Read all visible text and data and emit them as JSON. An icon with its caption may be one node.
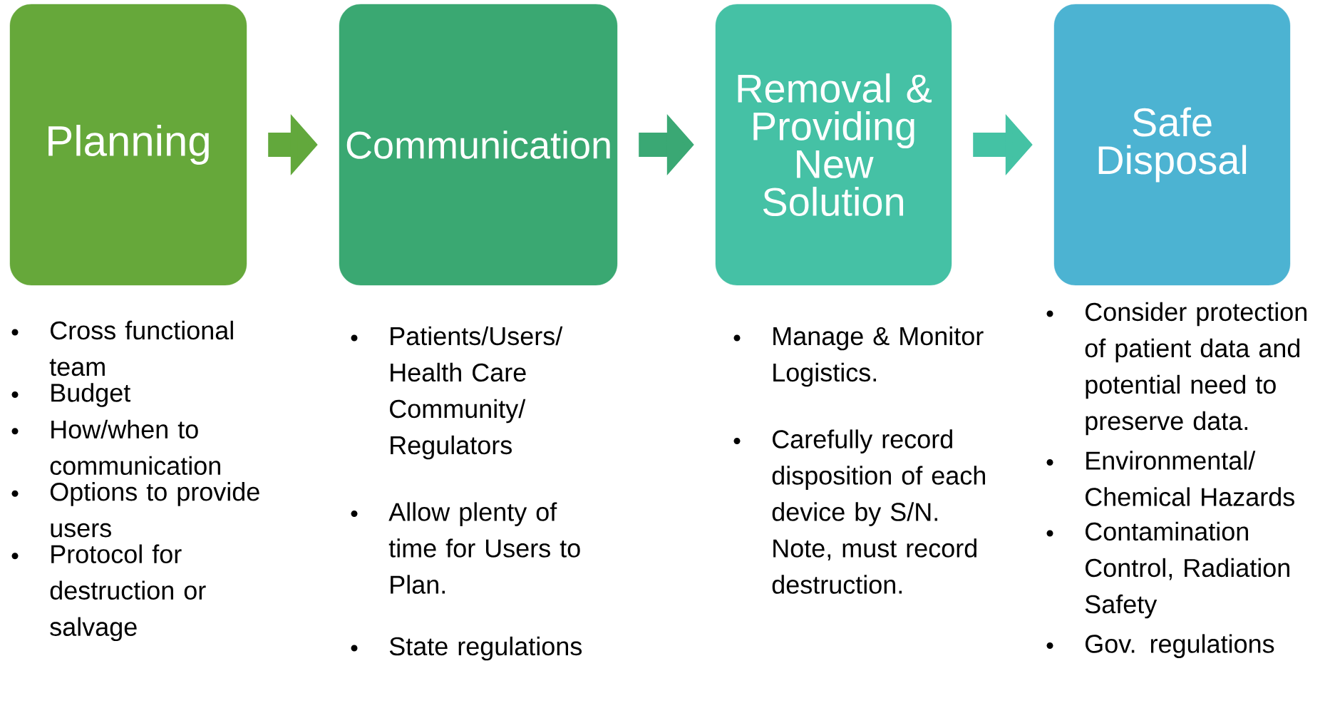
{
  "diagram": {
    "nodes": [
      {
        "text": [
          "Planning"
        ],
        "beside": [
          "Cross functional team",
          "Budget",
          "How/when to communication",
          "Options to provide users",
          "Protocol for destruction or salvage"
        ]
      },
      {
        "text": [
          "Communication"
        ],
        "beside": [
          "Patients/Users/Health Care Community/Regulators",
          "Allow plenty of time for Users to Plan.",
          "State regulations"
        ]
      },
      {
        "text": [
          "Removal & Providing New Solution"
        ],
        "beside": [
          "Manage & Monitor Logistics.",
          "Carefully record disposition of each device by S/N.  Note, must record destruction."
        ]
      },
      {
        "text": [
          "Safe Disposal"
        ],
        "beside": [
          "Consider protection of patient data and potential need to preserve data.",
          "Environmental/Chemical Hazards",
          "Contamination Control, Radiation Safety",
          "Gov. regulations"
        ]
      }
    ],
    "edges": [
      {
        "from": 0,
        "to": 1,
        "arrow": "to",
        "color": "#62a83c"
      },
      {
        "from": 1,
        "to": 2,
        "arrow": "to",
        "color": "#3aa874"
      },
      {
        "from": 2,
        "to": 3,
        "arrow": "to",
        "color": "#44c2a4"
      }
    ]
  }
}
